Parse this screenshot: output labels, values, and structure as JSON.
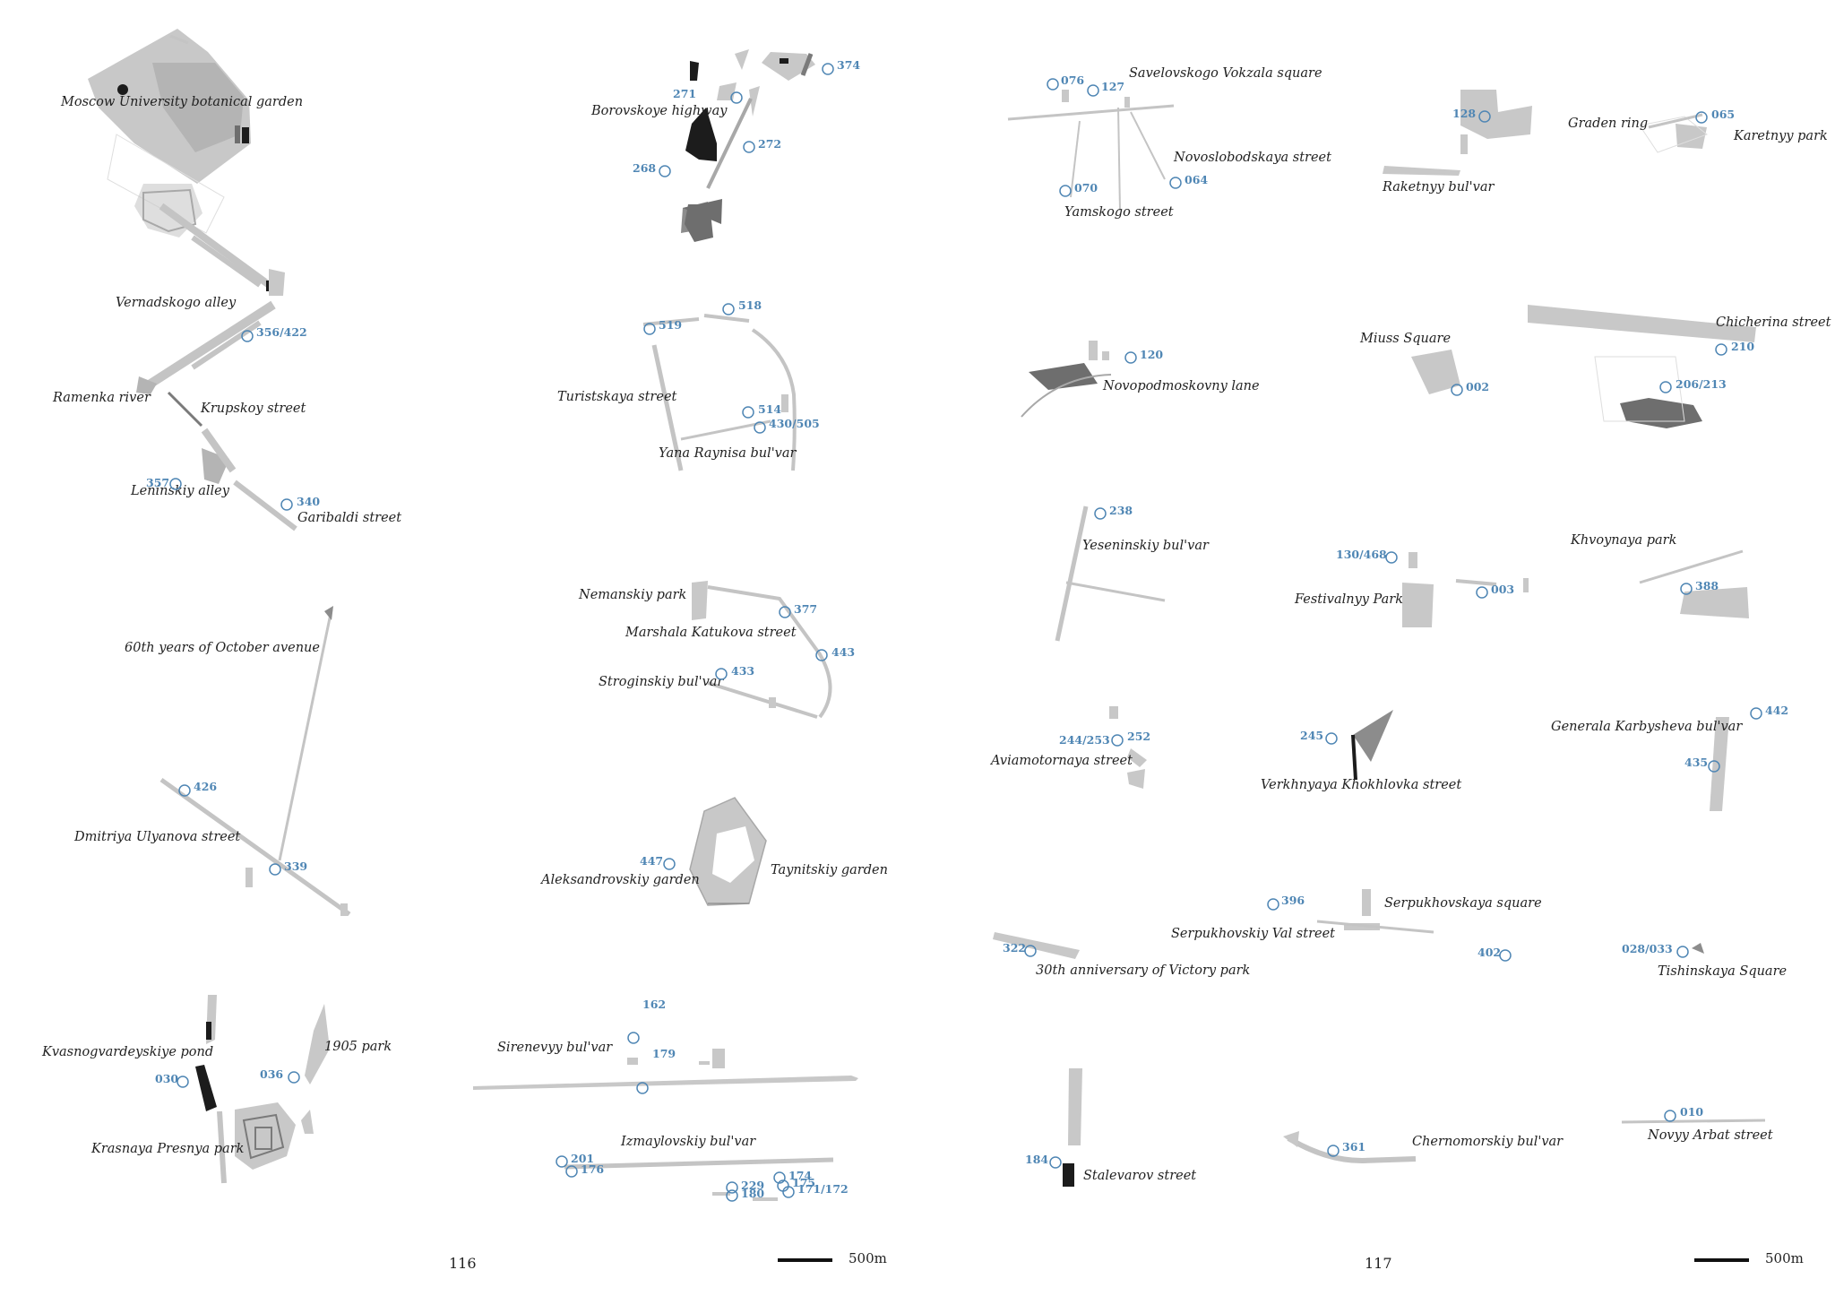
{
  "pages": [
    {
      "number": "116",
      "scale": "500m"
    },
    {
      "number": "117",
      "scale": "500m"
    }
  ],
  "labels": {
    "moscow_botanical": "Moscow University botanical garden",
    "vernadskogo": "Vernadskogo alley",
    "ramenka": "Ramenka river",
    "krupskoy": "Krupskoy street",
    "leninskiy": "Leninskiy alley",
    "garibaldi": "Garibaldi street",
    "october60": "60th  years of October avenue",
    "ulyanova": "Dmitriya Ulyanova street",
    "kvasnogvardeyskiye": "Kvasnogvardeyskiye pond",
    "park1905": "1905 park",
    "krasnaya": "Krasnaya Presnya park",
    "borovskoye": "Borovskoye highway",
    "turistskaya": "Turistskaya street",
    "raynisa": "Yana Raynisa bul'var",
    "nemanskiy": "Nemanskiy park",
    "katukova": "Marshala Katukova street",
    "stroginskiy": "Stroginskiy bul'var",
    "aleksandrovskiy": "Aleksandrovskiy garden",
    "taynitskiy": "Taynitskiy garden",
    "sirenevyy": "Sirenevyy bul'var",
    "izmaylovskiy": "Izmaylovskiy bul'var",
    "savelovskogo": "Savelovskogo Vokzala square",
    "novoslobodskaya": "Novoslobodskaya street",
    "yamskogo": "Yamskogo street",
    "graden": "Graden ring",
    "karetnyy": "Karetnyy park",
    "raketnyy": "Raketnyy bul'var",
    "novopodmoskovny": "Novopodmoskovny lane",
    "miuss": "Miuss Square",
    "chicherina": "Chicherina street",
    "yeseninskiy": "Yeseninskiy bul'var",
    "festivalnyy": "Festivalnyy Park",
    "khvoynaya": "Khvoynaya park",
    "aviamotornaya": "Aviamotornaya street",
    "khokhlovka": "Verkhnyaya Khokhlovka street",
    "karbysheva": "Generala Karbysheva bul'var",
    "serpukhovskaya": "Serpukhovskaya square",
    "serpukhovskiy": "Serpukhovskiy Val street",
    "victory30": "30th anniversary of Victory park",
    "tishinskaya": "Tishinskaya Square",
    "stalevarov": "Stalevarov street",
    "chernomorskiy": "Chernomorskiy bul'var",
    "novyy_arbat": "Novyy Arbat street"
  },
  "codes": {
    "c356": "356/422",
    "c357": "357",
    "c340": "340",
    "c426": "426",
    "c339": "339",
    "c030": "030",
    "c036": "036",
    "c374": "374",
    "c271": "271",
    "c272": "272",
    "c268": "268",
    "c518": "518",
    "c519": "519",
    "c514": "514",
    "c430": "430/505",
    "c377": "377",
    "c443": "443",
    "c433": "433",
    "c447": "447",
    "c162": "162",
    "c179": "179",
    "c201": "201",
    "c176": "176",
    "c174": "174",
    "c229": "229",
    "c180": "180",
    "c175": "175",
    "c171": "171/172",
    "c076": "076",
    "c127": "127",
    "c070": "070",
    "c064": "064",
    "c128": "128",
    "c065": "065",
    "c120": "120",
    "c002": "002",
    "c210": "210",
    "c206": "206/213",
    "c238": "238",
    "c130": "130/468",
    "c003": "003",
    "c388": "388",
    "c244": "244/253",
    "c252": "252",
    "c245": "245",
    "c442": "442",
    "c435": "435",
    "c396": "396",
    "c322": "322",
    "c402": "402",
    "c028": "028/033",
    "c184": "184",
    "c361": "361",
    "c010": "010"
  }
}
